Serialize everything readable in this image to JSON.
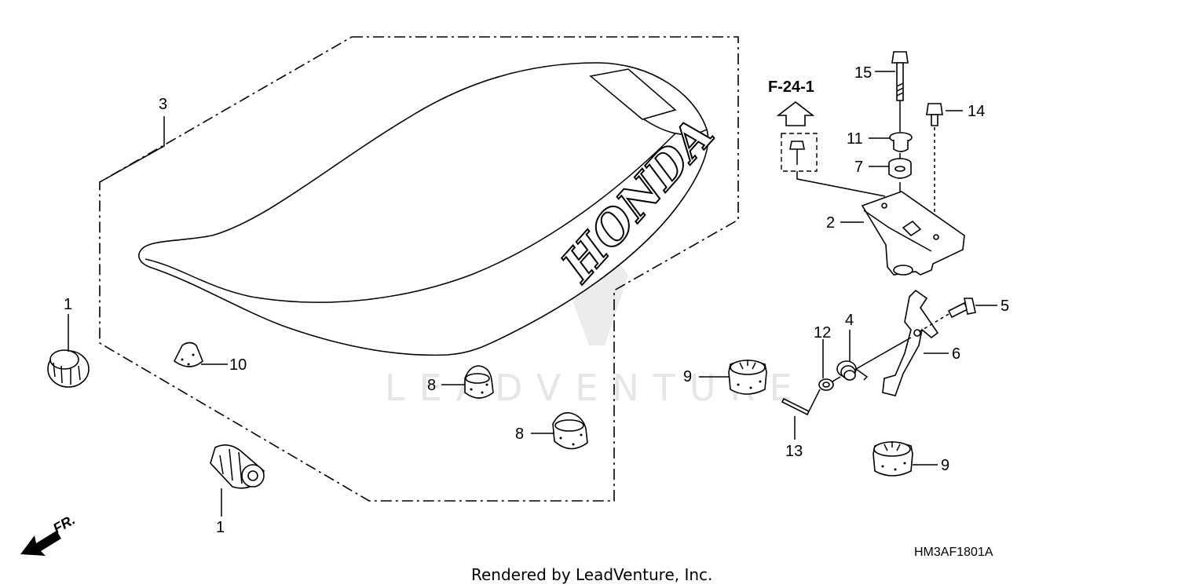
{
  "watermark": "LEADVENTURE",
  "seat_brand": "HONDA",
  "reference": "F-24-1",
  "direction_label": "FR.",
  "diagram_code": "HM3AF1801A",
  "credit": "Rendered by LeadVenture, Inc.",
  "callouts": {
    "c15": "15",
    "c14": "14",
    "c11": "11",
    "c7": "7",
    "c2": "2",
    "c3": "3",
    "c1a": "1",
    "c1b": "1",
    "c10": "10",
    "c8a": "8",
    "c8b": "8",
    "c9a": "9",
    "c9b": "9",
    "c12": "12",
    "c4": "4",
    "c5": "5",
    "c6": "6",
    "c13": "13"
  }
}
